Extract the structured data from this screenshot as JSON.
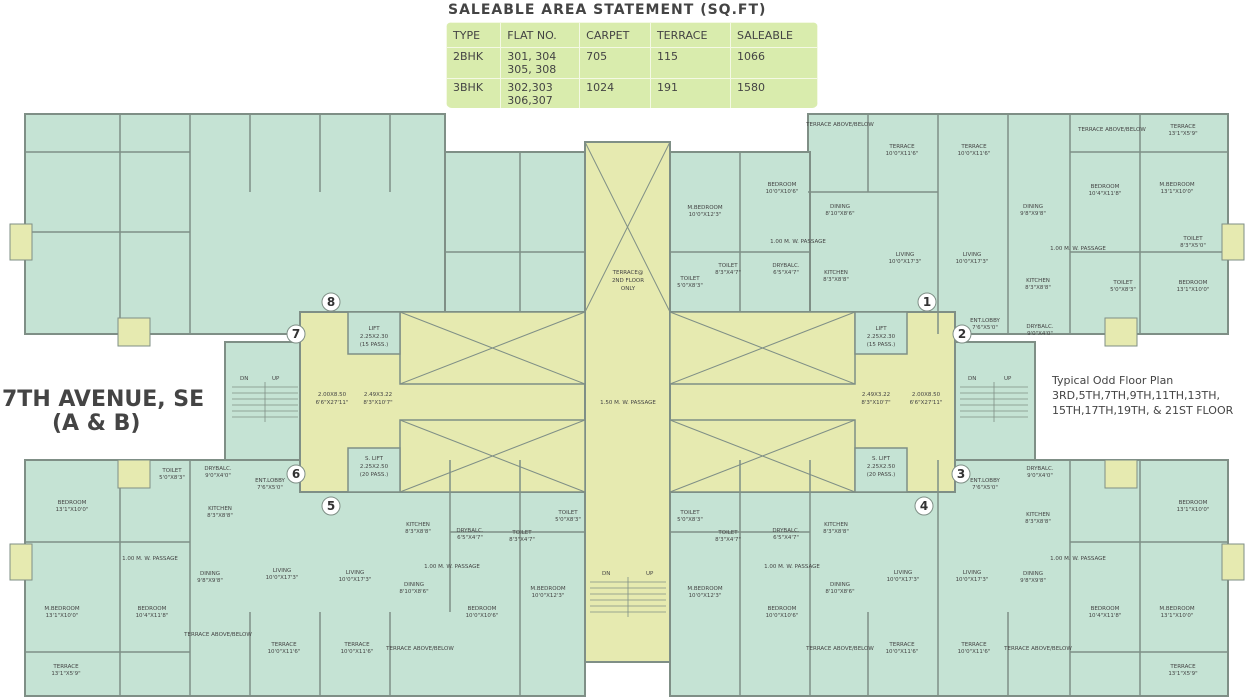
{
  "table": {
    "title": "SALEABLE AREA STATEMENT (SQ.FT)",
    "headers": [
      "TYPE",
      "FLAT NO.",
      "CARPET",
      "TERRACE",
      "SALEABLE"
    ],
    "rows": [
      {
        "type": "2BHK",
        "flat_line1": "301, 304",
        "flat_line2": "305, 308",
        "carpet": "705",
        "terrace": "115",
        "saleable": "1066"
      },
      {
        "type": "3BHK",
        "flat_line1": "302,303",
        "flat_line2": "306,307",
        "carpet": "1024",
        "terrace": "191",
        "saleable": "1580"
      }
    ]
  },
  "project": {
    "line1": "7TH AVENUE, SE",
    "line2": "(A & B)"
  },
  "floor_note": {
    "line1": "Typical Odd Floor Plan",
    "line2": "3RD,5TH,7TH,9TH,11TH,13TH,",
    "line3": "15TH,17TH,19TH, & 21ST FLOOR"
  },
  "colors": {
    "room": "#c5e3d4",
    "core": "#e6eab0",
    "wall": "#7f8f86",
    "table_bg": "#d9ecad"
  },
  "plan": {
    "passage_main": "1.50 M. W. PASSAGE",
    "terrace_2nd": [
      "TERRACE@",
      "2ND FLOOR",
      "ONLY"
    ],
    "lift_left": [
      "LIFT",
      "2.25X2.30",
      "(15 PASS.)"
    ],
    "lift_right": [
      "LIFT",
      "2.25X2.30",
      "(15 PASS.)"
    ],
    "slift_left": [
      "S. LIFT",
      "2.25X2.50",
      "(20 PASS.)"
    ],
    "slift_right": [
      "S. LIFT",
      "2.25X2.50",
      "(20 PASS.)"
    ],
    "dim_l1": [
      "2.00X8.50",
      "6'6\"X27'11\""
    ],
    "dim_l2": [
      "2.49X3.22",
      "8'3\"X10'7\""
    ],
    "dim_r1": [
      "2.49X3.22",
      "8'3\"X10'7\""
    ],
    "dim_r2": [
      "2.00X8.50",
      "6'6\"X27'11\""
    ],
    "dn": "DN",
    "up": "UP",
    "flat_numbers": [
      "1",
      "2",
      "3",
      "4",
      "5",
      "6",
      "7",
      "8"
    ],
    "rooms": {
      "terrace_ab": "TERRACE ABOVE/BELOW",
      "terrace": "TERRACE",
      "terrace_a": "TERRACE",
      "terrace_b": "TERRACE",
      "terrace_top": "TERRACE",
      "terrace_dim": "10'0\"X11'6\"",
      "terrace_dim2": "13'1\"X5'9\"",
      "bedroom": "BEDROOM",
      "bedroom_dim": "10'0\"X10'6\"",
      "mbedroom": "M.BEDROOM",
      "mbedroom_dim": "10'0\"X12'3\"",
      "mbedroom_dim2": "13'1\"X10'0\"",
      "bedroom_dim2": "10'4\"X11'8\"",
      "bedroom_dim3": "13'1\"X10'0\"",
      "dining": "DINING",
      "dining_dim": "8'10\"X8'6\"",
      "dining_dim2": "9'8\"X9'8\"",
      "living": "LIVING",
      "living_dim": "10'0\"X17'3\"",
      "kitchen": "KITCHEN",
      "kitchen_dim": "8'3\"X8'8\"",
      "toilet": "TOILET",
      "toilet_dim": "8'3\"X4'7\"",
      "toilet_dim2": "5'0\"X8'3\"",
      "toilet_dim3": "8'3\"X5'0\"",
      "drybalc": "DRYBALC.",
      "drybalc_dim": "6'5\"X4'7\"",
      "drybalc_dim2": "9'0\"X4'0\"",
      "entlobby": "ENT.LOBBY",
      "entlobby_dim": "7'6\"X5'0\"",
      "mw_passage": "1.00 M. W. PASSAGE"
    }
  }
}
